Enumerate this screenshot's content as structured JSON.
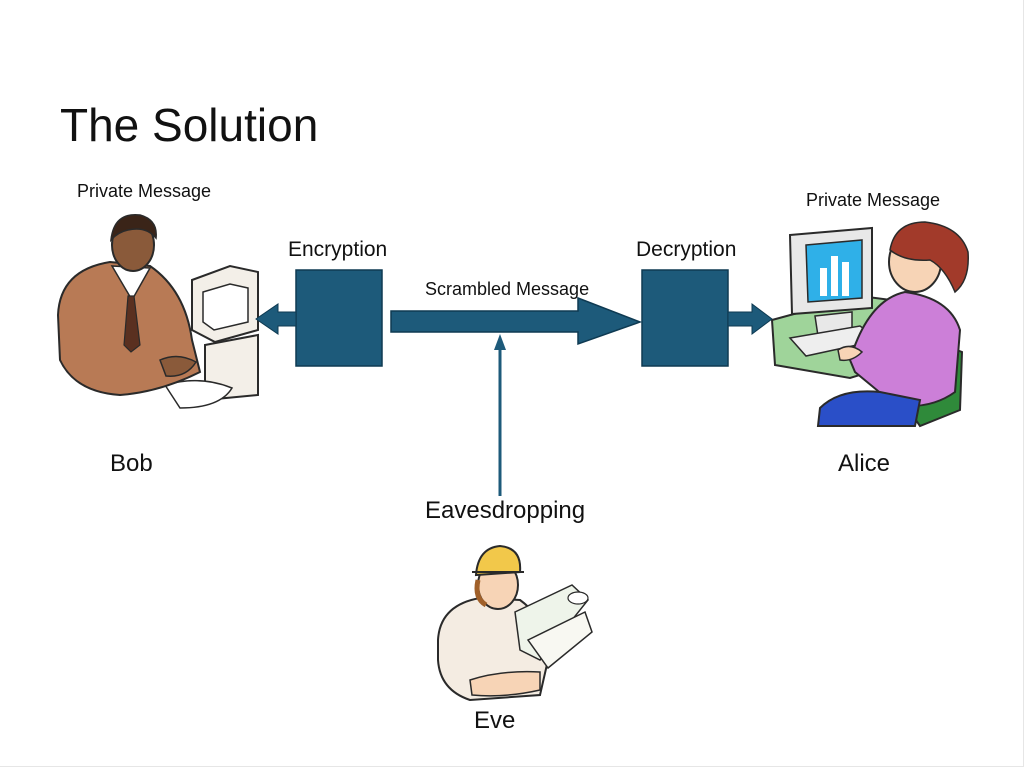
{
  "slide": {
    "title": "The Solution"
  },
  "diagram": {
    "bob": {
      "name": "Bob",
      "caption": "Private Message"
    },
    "alice": {
      "name": "Alice",
      "caption": "Private Message"
    },
    "eve": {
      "name": "Eve"
    },
    "encryption_label": "Encryption",
    "decryption_label": "Decryption",
    "channel_label": "Scrambled Message",
    "eavesdrop_label": "Eavesdropping",
    "colors": {
      "box_fill": "#1d5a7a",
      "box_stroke": "#0e3a52",
      "arrow": "#1d5a7a"
    }
  }
}
